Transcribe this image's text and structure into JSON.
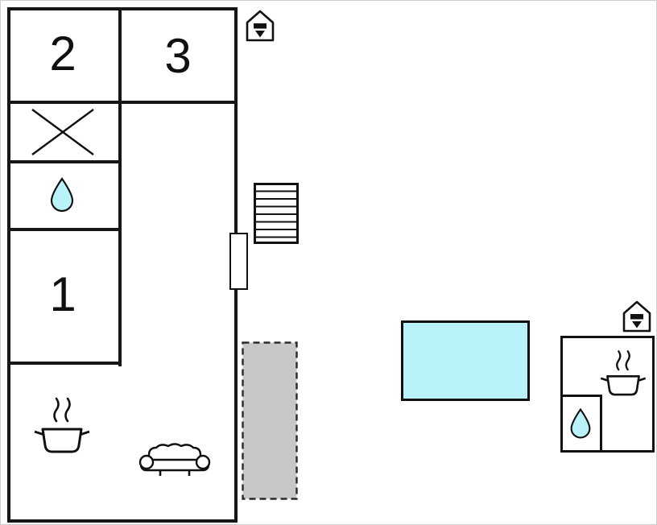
{
  "floorplan": {
    "rooms": {
      "room1": {
        "label": "1"
      },
      "room2": {
        "label": "2"
      },
      "room3": {
        "label": "3"
      }
    },
    "colors": {
      "wall": "#161616",
      "water_fill": "#b9f2f8",
      "water_stroke": "#111111",
      "terrace_fill": "#c8c8c8",
      "terrace_stroke": "#2a2a2a",
      "pool_fill": "#b9f2f8",
      "background": "#ffffff"
    },
    "icons": {
      "entrance_main": "house-entrance-icon",
      "entrance_annex": "house-entrance-icon",
      "stairs": "stairs-icon",
      "door": "door-opening",
      "cross_symbol": "crossed-box-icon",
      "water_drop_main": "water-drop-icon",
      "water_drop_annex": "water-drop-icon",
      "stove_main": "steaming-pot-icon",
      "stove_annex": "steaming-pot-icon",
      "sofa": "sofa-icon",
      "pool": "swimming-pool",
      "terrace": "terrace-dashed"
    }
  }
}
